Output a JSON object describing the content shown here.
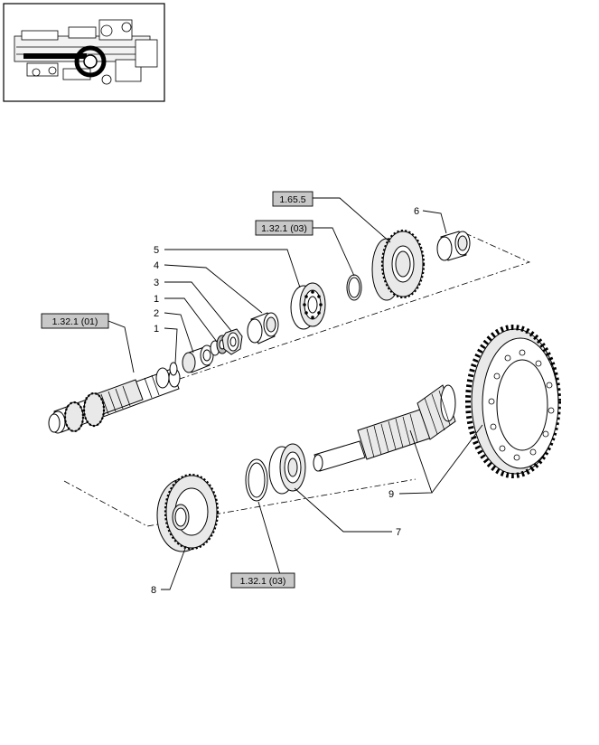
{
  "labels": {
    "ref_1_65_5": "1.65.5",
    "ref_1_32_1_03_top": "1.32.1 (03)",
    "ref_1_32_1_01": "1.32.1 (01)",
    "ref_1_32_1_03_bottom": "1.32.1 (03)",
    "item_6": "6",
    "item_5": "5",
    "item_4": "4",
    "item_3": "3",
    "item_1_a": "1",
    "item_2": "2",
    "item_1_b": "1",
    "item_9": "9",
    "item_7": "7",
    "item_8": "8"
  }
}
